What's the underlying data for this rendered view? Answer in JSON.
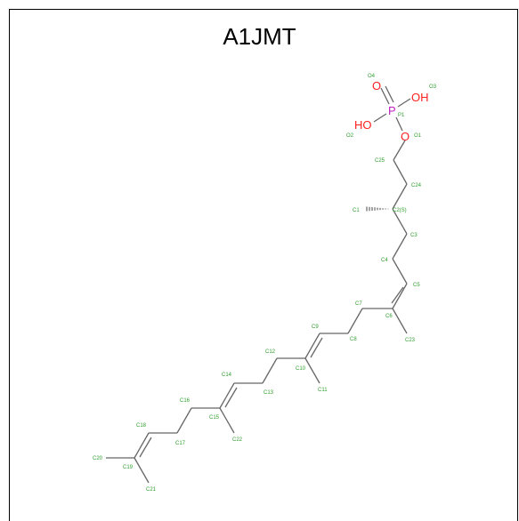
{
  "title": "A1JMT",
  "colors": {
    "carbon_label": "#2e9e2e",
    "oxygen": "#ff2020",
    "phosphorus": "#c020c0",
    "bond": "#666666"
  },
  "heteroatoms": {
    "O_double": "O",
    "OH_right": "OH",
    "OH_left": "HO",
    "P": "P",
    "O_ester": "O"
  },
  "atom_names": {
    "O4": "O4",
    "O3": "O3",
    "P1": "P1",
    "O2": "O2",
    "O1": "O1",
    "C25": "C25",
    "C24": "C24",
    "C1": "C1",
    "C2": "C2(S)",
    "C3": "C3",
    "C4": "C4",
    "C5": "C5",
    "C6": "C6",
    "C23": "C23",
    "C7": "C7",
    "C8": "C8",
    "C9": "C9",
    "C10": "C10",
    "C11": "C11",
    "C12": "C12",
    "C13": "C13",
    "C14": "C14",
    "C15": "C15",
    "C22": "C22",
    "C16": "C16",
    "C17": "C17",
    "C18": "C18",
    "C19": "C19",
    "C20": "C20",
    "C21": "C21"
  }
}
